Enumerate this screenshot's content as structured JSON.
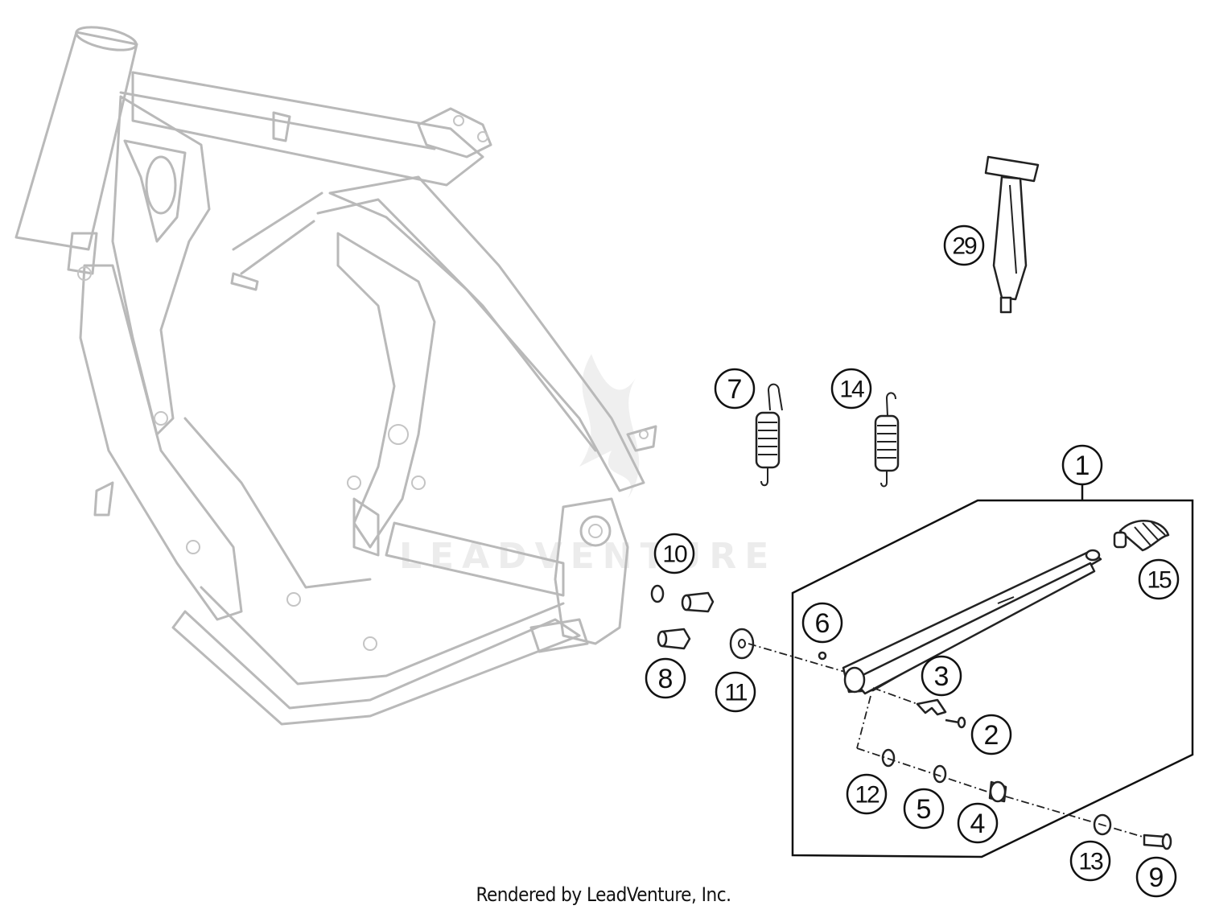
{
  "watermark": "LEADVENTURE",
  "footer": "Rendered by LeadVenture, Inc.",
  "callouts": [
    {
      "id": "1",
      "label": "1"
    },
    {
      "id": "2",
      "label": "2"
    },
    {
      "id": "3",
      "label": "3"
    },
    {
      "id": "4",
      "label": "4"
    },
    {
      "id": "5",
      "label": "5"
    },
    {
      "id": "6",
      "label": "6"
    },
    {
      "id": "7",
      "label": "7"
    },
    {
      "id": "8",
      "label": "8"
    },
    {
      "id": "9",
      "label": "9"
    },
    {
      "id": "10",
      "label": "10"
    },
    {
      "id": "11",
      "label": "11"
    },
    {
      "id": "12",
      "label": "12"
    },
    {
      "id": "13",
      "label": "13"
    },
    {
      "id": "14",
      "label": "14"
    },
    {
      "id": "15",
      "label": "15"
    },
    {
      "id": "29",
      "label": "29"
    }
  ]
}
